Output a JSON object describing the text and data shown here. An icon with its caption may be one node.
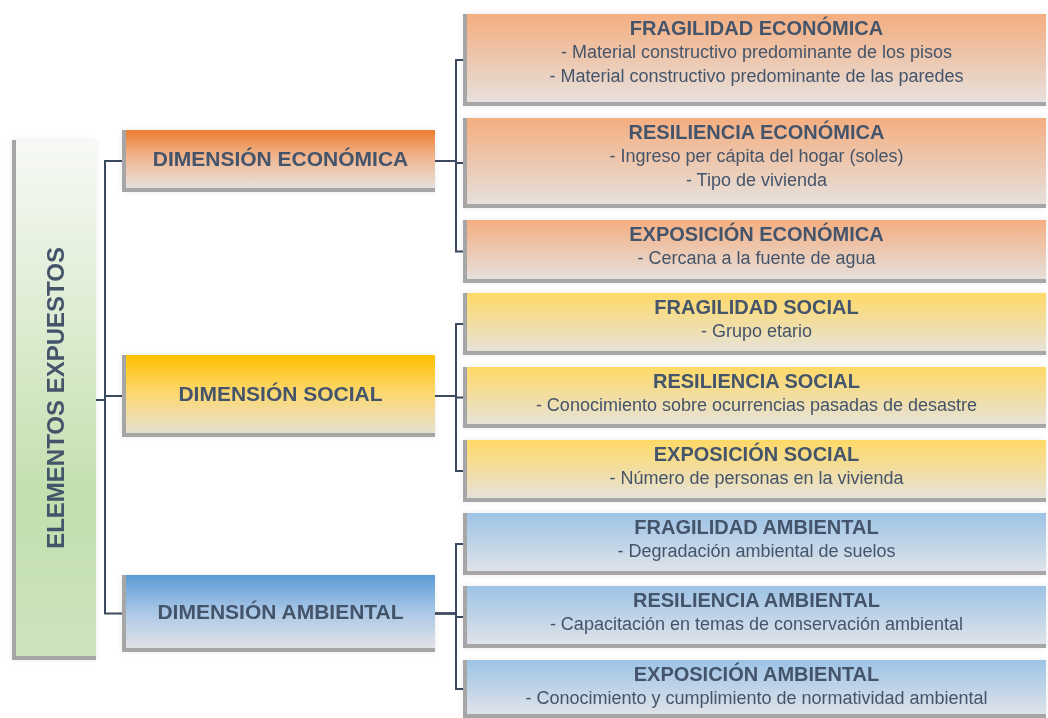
{
  "diagram": {
    "nodes": [
      {
        "text": [
          "ELEMENTOS EXPUESTOS"
        ]
      },
      {
        "text": [
          "DIMENSIÓN ECONÓMICA"
        ]
      },
      {
        "text": [
          "FRAGILIDAD ECONÓMICA",
          "- Material constructivo predominante de los pisos",
          "- Material constructivo predominante de las paredes"
        ]
      },
      {
        "text": [
          "RESILIENCIA ECONÓMICA",
          "- Ingreso per cápita del hogar (soles)",
          "- Tipo de vivienda"
        ]
      },
      {
        "text": [
          "EXPOSICIÓN ECONÓMICA",
          "- Cercana a la fuente de agua"
        ]
      },
      {
        "text": [
          "DIMENSIÓN SOCIAL"
        ]
      },
      {
        "text": [
          "FRAGILIDAD SOCIAL",
          "- Grupo etario"
        ]
      },
      {
        "text": [
          "RESILIENCIA SOCIAL",
          "- Conocimiento sobre ocurrencias pasadas de desastre"
        ]
      },
      {
        "text": [
          "EXPOSICIÓN SOCIAL",
          "- Número de personas en la vivienda"
        ]
      },
      {
        "text": [
          "DIMENSIÓN AMBIENTAL"
        ]
      },
      {
        "text": [
          "FRAGILIDAD AMBIENTAL",
          "- Degradación ambiental de suelos"
        ]
      },
      {
        "text": [
          "RESILIENCIA AMBIENTAL",
          "- Capacitación en temas de conservación ambiental"
        ]
      },
      {
        "text": [
          "EXPOSICIÓN AMBIENTAL",
          "- Conocimiento y cumplimiento de normatividad ambiental"
        ]
      }
    ],
    "edges": [
      {
        "from": 0,
        "to": 1,
        "arrow": "none"
      },
      {
        "from": 0,
        "to": 5,
        "arrow": "none"
      },
      {
        "from": 0,
        "to": 9,
        "arrow": "none"
      },
      {
        "from": 1,
        "to": 2,
        "arrow": "none"
      },
      {
        "from": 1,
        "to": 3,
        "arrow": "none"
      },
      {
        "from": 1,
        "to": 4,
        "arrow": "none"
      },
      {
        "from": 5,
        "to": 6,
        "arrow": "none"
      },
      {
        "from": 5,
        "to": 7,
        "arrow": "none"
      },
      {
        "from": 5,
        "to": 8,
        "arrow": "none"
      },
      {
        "from": 9,
        "to": 10,
        "arrow": "none"
      },
      {
        "from": 9,
        "to": 11,
        "arrow": "none"
      },
      {
        "from": 9,
        "to": 12,
        "arrow": "none"
      }
    ]
  }
}
